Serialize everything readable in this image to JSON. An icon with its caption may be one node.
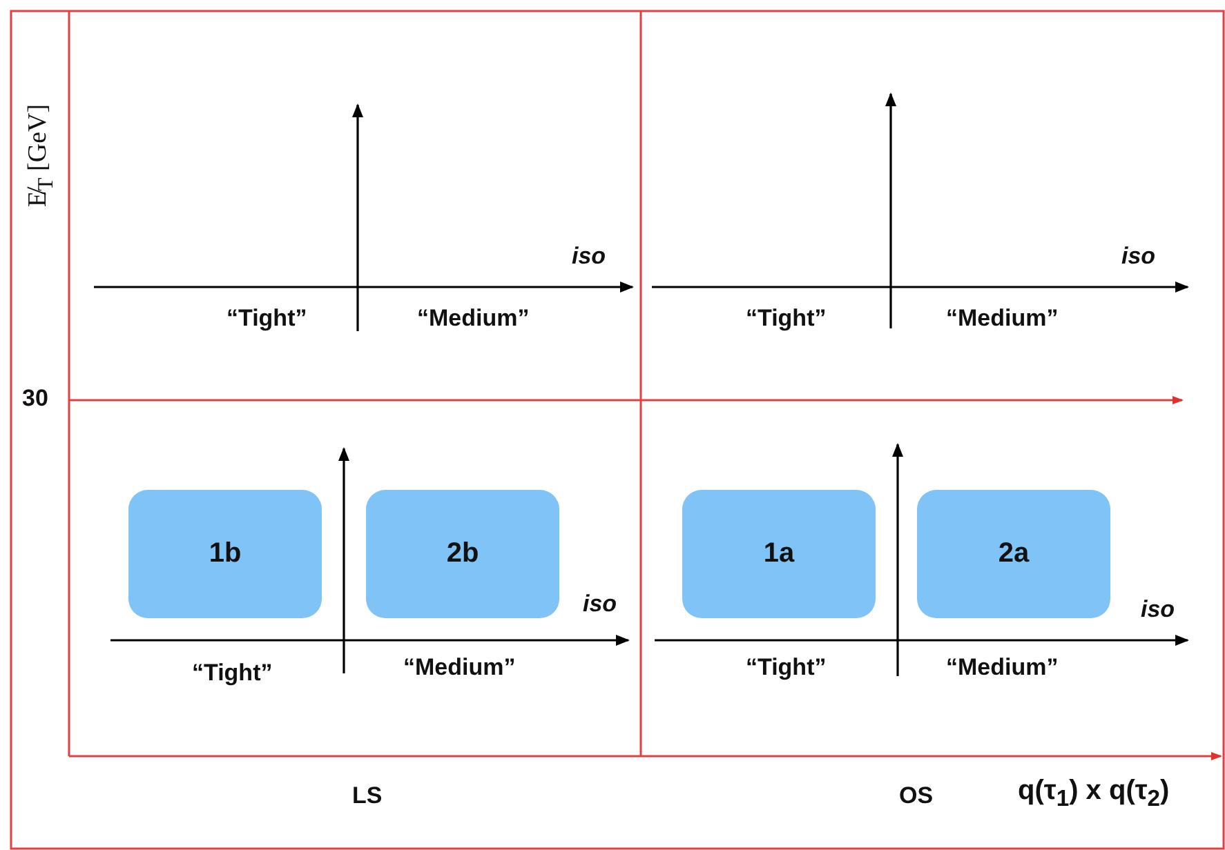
{
  "diagram": {
    "nodes": [
      {
        "text": [
          "1b"
        ]
      },
      {
        "text": [
          "2b"
        ]
      },
      {
        "text": [
          "1a"
        ]
      },
      {
        "text": [
          "2a"
        ]
      }
    ],
    "labels": [
      "E̸$_{T}$ [GeV]",
      "iso",
      "iso",
      "“Tight”",
      "“Medium”",
      "“Tight”",
      "“Medium”",
      "30",
      "iso",
      "iso",
      "“Tight”",
      "“Medium”",
      "“Tight”",
      "“Medium”",
      "LS",
      "OS",
      "q(τ$_{1}$) x q(τ$_{2}$)"
    ]
  }
}
